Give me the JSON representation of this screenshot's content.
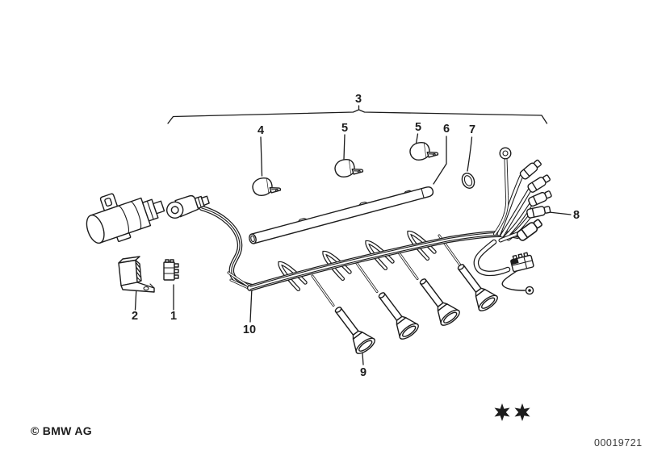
{
  "page": {
    "background": "#ffffff",
    "ink": "#1c1c1c",
    "muted_ink": "#3a3a3a"
  },
  "diagram": {
    "type": "exploded-parts-line-drawing",
    "subject": "ignition wiring harness with ignition coil, clips, protective tube and spark plug connectors"
  },
  "callouts": {
    "n1": "1",
    "n2": "2",
    "n3": "3",
    "n4": "4",
    "n5a": "5",
    "n5b": "5",
    "n6": "6",
    "n7": "7",
    "n8": "8",
    "n9": "9",
    "n10": "10"
  },
  "footer": {
    "copyright": "© BMW AG",
    "document_number": "00019721"
  },
  "markers": {
    "star_glyph": "✶",
    "stars_count": 2
  }
}
